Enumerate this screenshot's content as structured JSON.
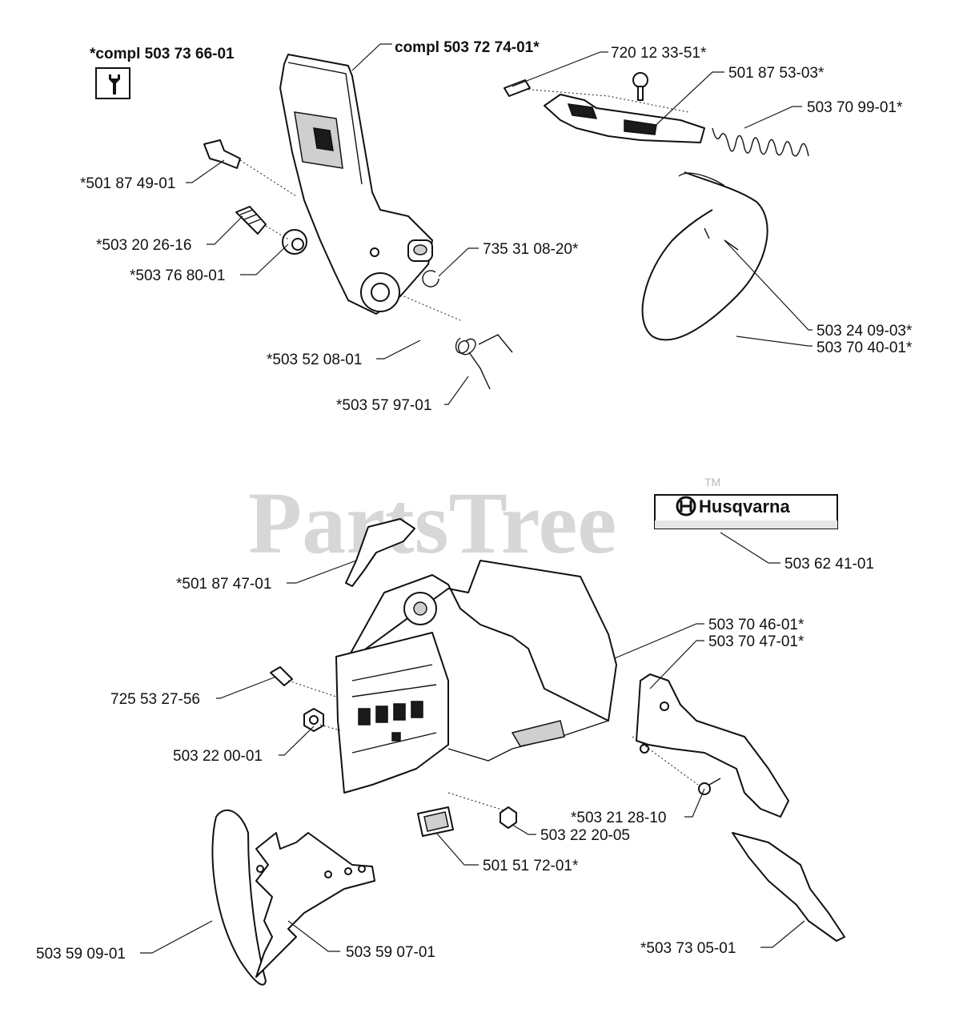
{
  "diagram": {
    "kit_labels": {
      "left": "*compl 503 73 66-01",
      "right": "compl 503 72 74-01*"
    },
    "tool_icon": "wrench-icon",
    "watermark": {
      "text": "PartsTree",
      "mark": "TM"
    },
    "brand_decal": "Husqvarna",
    "part_labels": {
      "p720123351": "720 12 33-51*",
      "p501875303": "501 87 53-03*",
      "p503709901": "503 70 99-01*",
      "p501874901": "*501 87 49-01",
      "p503202616": "*503 20 26-16",
      "p735310820": "735 31 08-20*",
      "p503768001": "*503 76 80-01",
      "p503240903": "503 24 09-03*",
      "p503704001": "503 70 40-01*",
      "p503520801": "*503 52 08-01",
      "p503579701": "*503 57 97-01",
      "p503624101": "503 62 41-01",
      "p501874701": "*501 87 47-01",
      "p503704601": "503 70 46-01*",
      "p503704701": "503 70 47-01*",
      "p725532756": "725 53 27-56",
      "p503220001": "503 22 00-01",
      "p503212810": "*503 21 28-10",
      "p503222005": "503 22 20-05",
      "p501517201": "501 51 72-01*",
      "p503590901": "503 59 09-01",
      "p503590701": "503 59 07-01",
      "p503730501": "*503 73 05-01"
    }
  }
}
